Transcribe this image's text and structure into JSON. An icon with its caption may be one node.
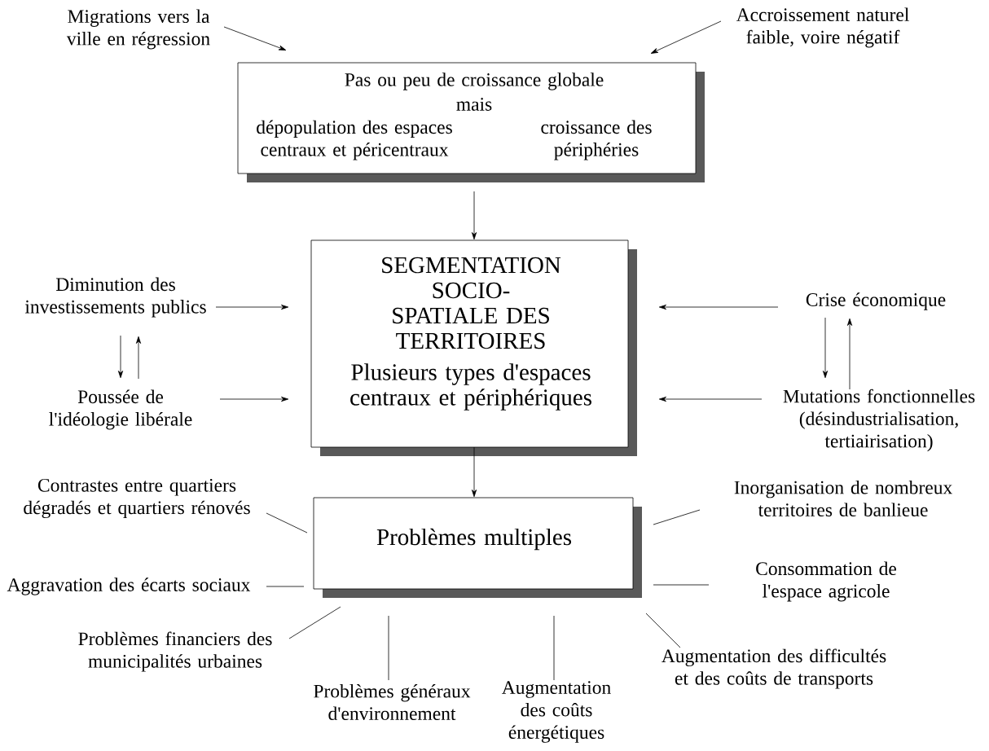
{
  "diagram": {
    "nodes": [
      {
        "text": [
          "Migrations vers la ville en régression"
        ]
      },
      {
        "text": [
          "Accroissement naturel faible, voire négatif"
        ]
      },
      {
        "text": [
          "Pas ou peu de croissance globale",
          "mais",
          "dépopulation des espaces centraux et péricentraux",
          "croissance des périphéries"
        ]
      },
      {
        "text": [
          "Diminution des investissements publics"
        ]
      },
      {
        "text": [
          "Poussée de l'idéologie libérale"
        ]
      },
      {
        "text": [
          "SEGMENTATION SOCIO-SPATIALE DES TERRITOIRES",
          "Plusieurs types d'espaces centraux et périphériques"
        ]
      },
      {
        "text": [
          "Crise économique"
        ]
      },
      {
        "text": [
          "Mutations fonctionnelles (désindustrialisation, tertiairisation)"
        ]
      },
      {
        "text": [
          "Problèmes multiples"
        ]
      },
      {
        "text": [
          "Contrastes entre quartiers dégradés et quartiers rénovés"
        ]
      },
      {
        "text": [
          "Aggravation des écarts sociaux"
        ]
      },
      {
        "text": [
          "Inorganisation de nombreux territoires de banlieue"
        ]
      },
      {
        "text": [
          "Consommation de l'espace agricole"
        ]
      },
      {
        "text": [
          "Problèmes financiers des municipalités urbaines"
        ]
      },
      {
        "text": [
          "Problèmes généraux d'environnement"
        ]
      },
      {
        "text": [
          "Augmentation des coûts énergétiques"
        ]
      },
      {
        "text": [
          "Augmentation des difficultés et des coûts de transports"
        ]
      }
    ],
    "edges": [
      {
        "from": 0,
        "to": 2,
        "arrow": "to"
      },
      {
        "from": 1,
        "to": 2,
        "arrow": "to"
      },
      {
        "from": 2,
        "to": 5,
        "arrow": "to"
      },
      {
        "from": 3,
        "to": 5,
        "arrow": "to"
      },
      {
        "from": 4,
        "to": 5,
        "arrow": "to"
      },
      {
        "from": 6,
        "to": 5,
        "arrow": "to"
      },
      {
        "from": 7,
        "to": 5,
        "arrow": "to"
      },
      {
        "from": 3,
        "to": 4,
        "arrow": "to"
      },
      {
        "from": 4,
        "to": 3,
        "arrow": "to"
      },
      {
        "from": 6,
        "to": 7,
        "arrow": "to"
      },
      {
        "from": 7,
        "to": 6,
        "arrow": "to"
      },
      {
        "from": 5,
        "to": 8,
        "arrow": "to"
      },
      {
        "from": 9,
        "to": 8,
        "arrow": "none"
      },
      {
        "from": 10,
        "to": 8,
        "arrow": "none"
      },
      {
        "from": 11,
        "to": 8,
        "arrow": "none"
      },
      {
        "from": 12,
        "to": 8,
        "arrow": "none"
      },
      {
        "from": 13,
        "to": 8,
        "arrow": "none"
      },
      {
        "from": 14,
        "to": 8,
        "arrow": "none"
      },
      {
        "from": 15,
        "to": 8,
        "arrow": "none"
      },
      {
        "from": 16,
        "to": 8,
        "arrow": "none"
      }
    ]
  }
}
